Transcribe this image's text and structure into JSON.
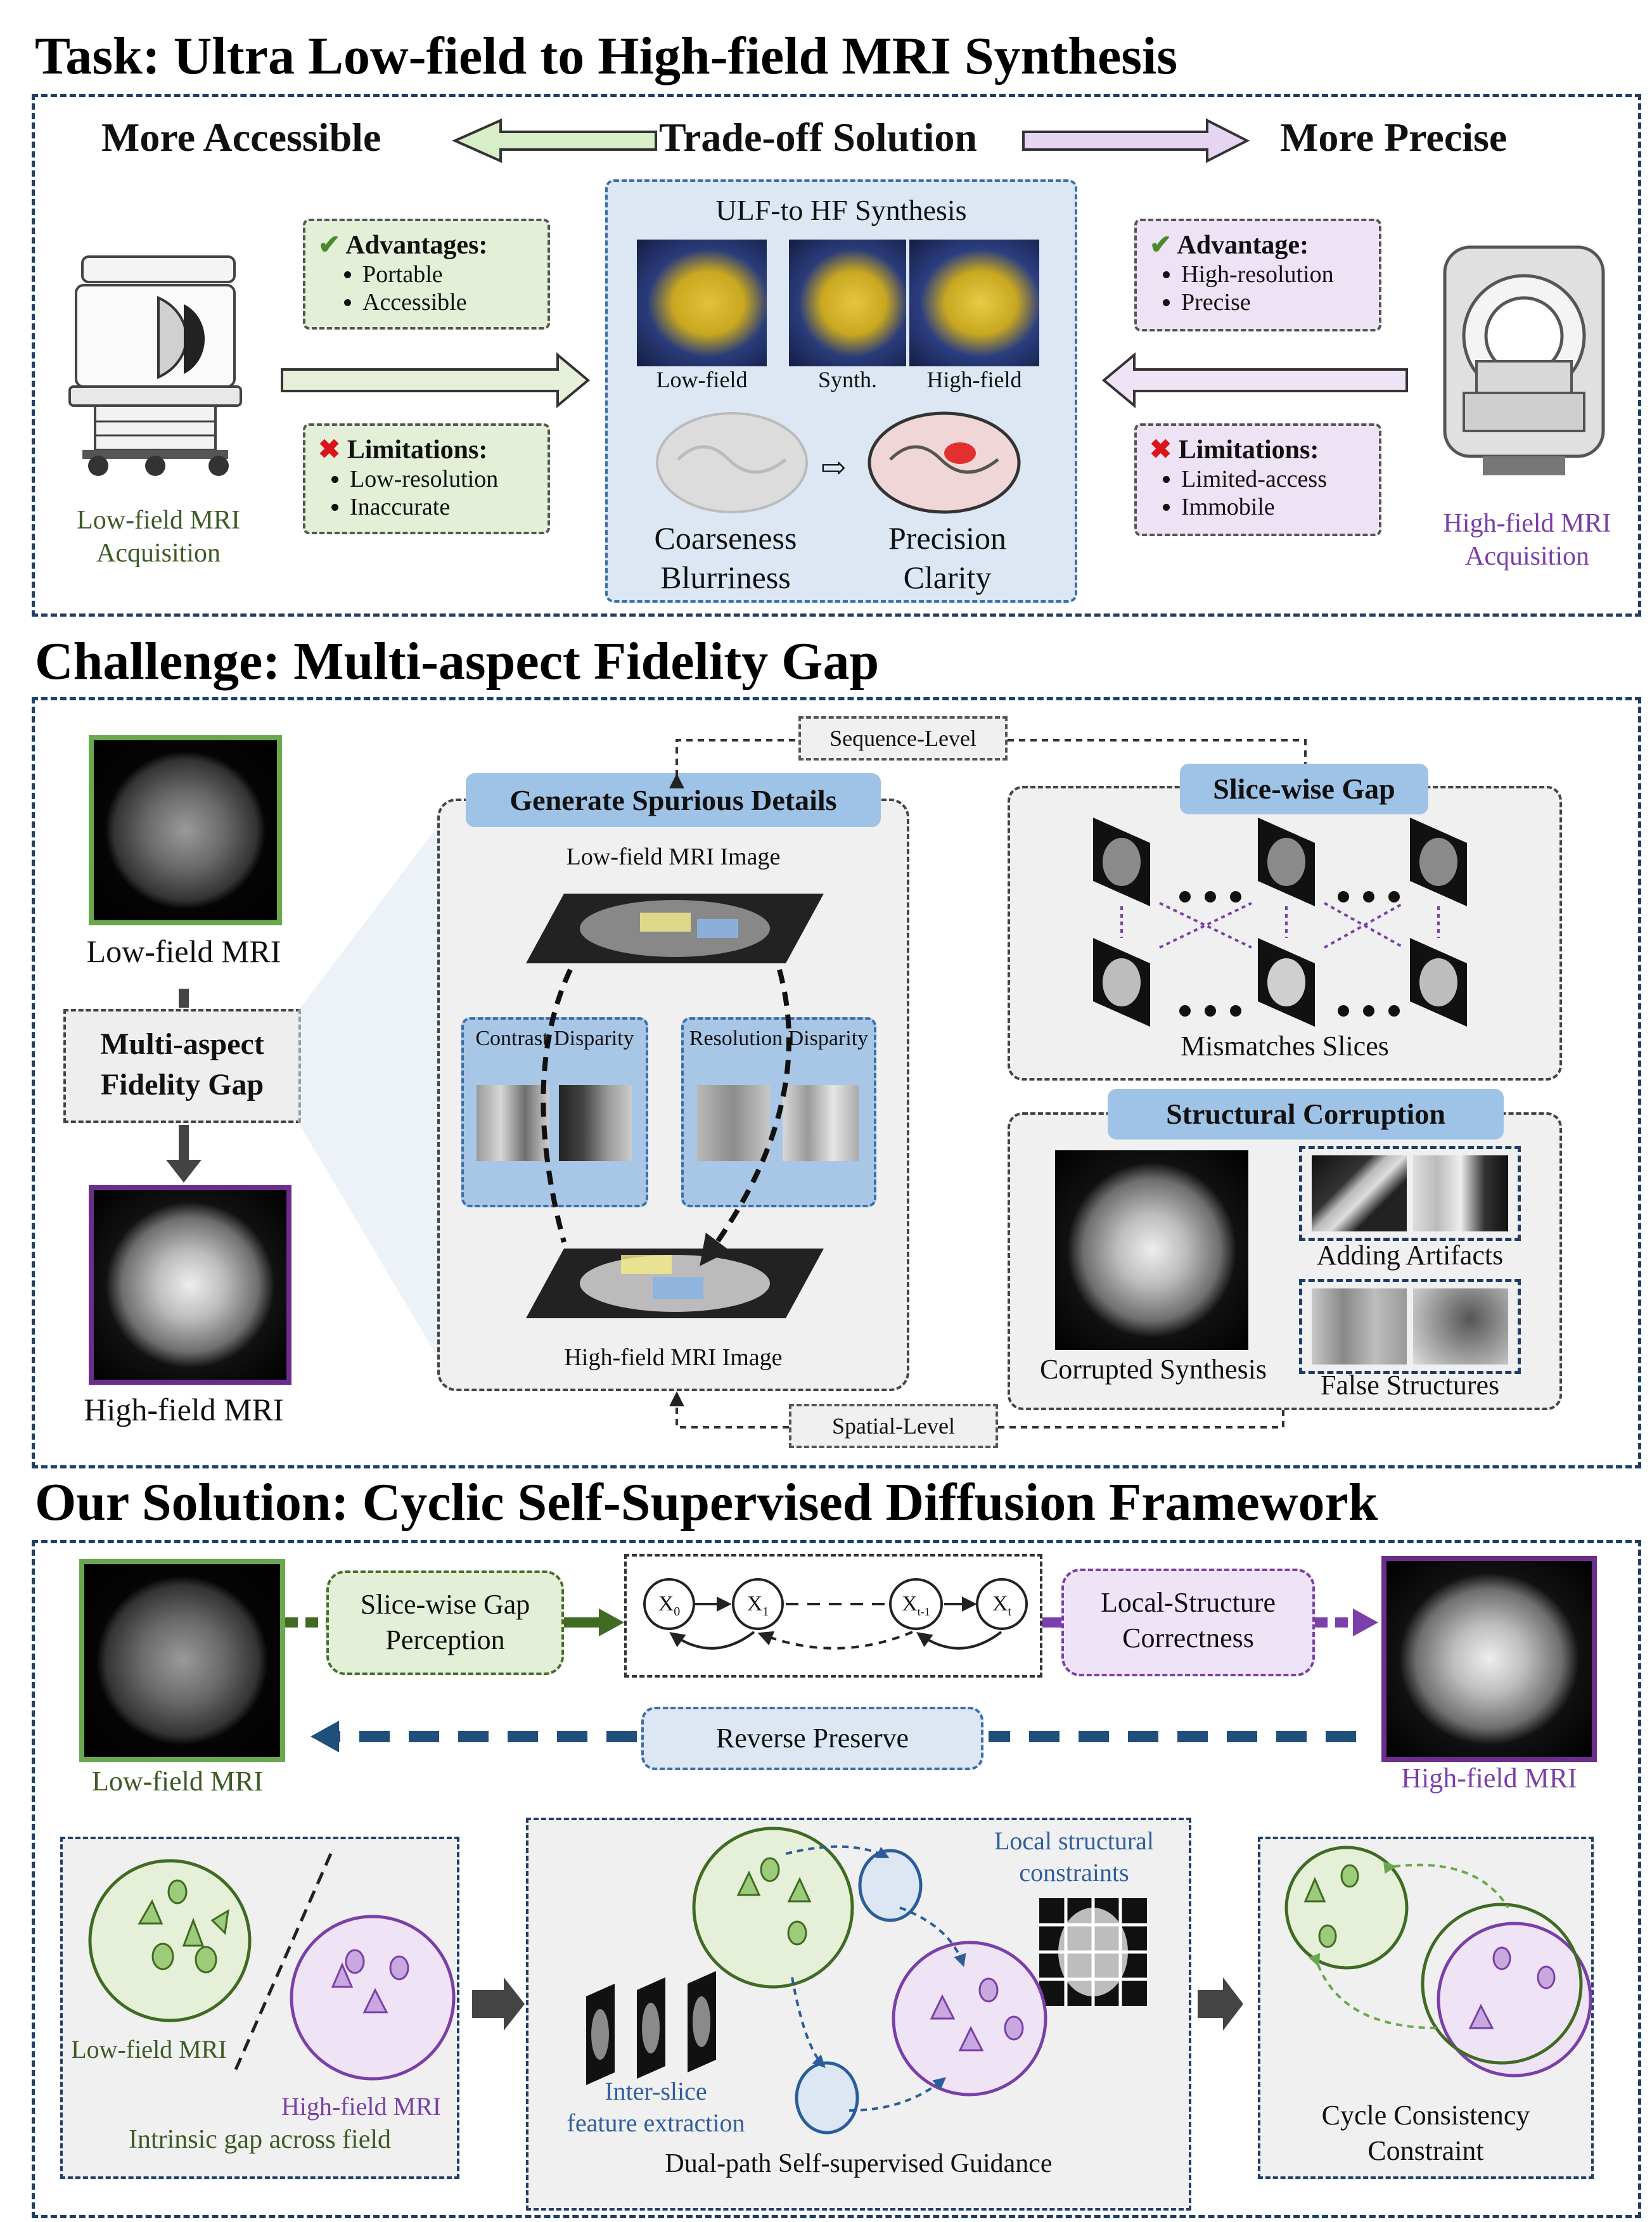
{
  "task": {
    "heading": "Task: Ultra Low-field to High-field MRI Synthesis",
    "more_accessible": "More Accessible",
    "tradeoff": "Trade-off Solution",
    "more_precise": "More Precise",
    "lowfield_caption_1": "Low-field MRI",
    "lowfield_caption_2": "Acquisition",
    "highfield_caption_1": "High-field MRI",
    "highfield_caption_2": "Acquisition",
    "left_advantages": {
      "title": "Advantages:",
      "items": [
        "Portable",
        "Accessible"
      ]
    },
    "left_limitations": {
      "title": "Limitations:",
      "items": [
        "Low-resolution",
        "Inaccurate"
      ]
    },
    "right_advantage": {
      "title": "Advantage:",
      "items": [
        "High-resolution",
        "Precise"
      ]
    },
    "right_limitations": {
      "title": "Limitations:",
      "items": [
        "Limited-access",
        "Immobile"
      ]
    },
    "synthesis": {
      "title": "ULF-to HF Synthesis",
      "labels": [
        "Low-field",
        "Synth.",
        "High-field"
      ],
      "left_1": "Coarseness",
      "left_2": "Blurriness",
      "right_1": "Precision",
      "right_2": "Clarity"
    }
  },
  "challenge": {
    "heading": "Challenge: Multi-aspect Fidelity Gap",
    "lowfield_label": "Low-field MRI",
    "gap_1": "Multi-aspect",
    "gap_2": "Fidelity Gap",
    "highfield_label": "High-field MRI",
    "sequence_level": "Sequence-Level",
    "spatial_level": "Spatial-Level",
    "spurious": {
      "title": "Generate Spurious Details",
      "top_label": "Low-field MRI Image",
      "bottom_label": "High-field MRI Image",
      "contrast": "Contrast Disparity",
      "resolution": "Resolution Disparity"
    },
    "slicewise": {
      "title": "Slice-wise Gap",
      "caption": "Mismatches Slices"
    },
    "structural": {
      "title": "Structural Corruption",
      "corrupted": "Corrupted Synthesis",
      "artifacts": "Adding Artifacts",
      "false_structures": "False Structures"
    }
  },
  "solution": {
    "heading": "Our Solution: Cyclic Self-Supervised Diffusion Framework",
    "lowfield_label": "Low-field MRI",
    "highfield_label": "High-field MRI",
    "slicewise_1": "Slice-wise Gap",
    "slicewise_2": "Perception",
    "local_1": "Local-Structure",
    "local_2": "Correctness",
    "reverse": "Reverse Preserve",
    "nodes": {
      "x0": "X",
      "x0_sub": "0",
      "x1": "X",
      "x1_sub": "1",
      "xt1": "X",
      "xt1_sub": "t-1",
      "xt": "X",
      "xt_sub": "t"
    },
    "panel1": {
      "low": "Low-field MRI",
      "high": "High-field MRI",
      "caption": "Intrinsic gap across field"
    },
    "panel2": {
      "local_1": "Local structural",
      "local_2": "constraints",
      "inter_1": "Inter-slice",
      "inter_2": "feature extraction",
      "caption": "Dual-path Self-supervised Guidance"
    },
    "panel3": {
      "caption_1": "Cycle Consistency",
      "caption_2": "Constraint"
    }
  },
  "colors": {
    "green": "#4a6b2a",
    "purple": "#7a3fa8",
    "navy": "#1f3f66",
    "lightblue": "#dbe7f4",
    "lightgreen": "#e6f0d8",
    "lightpurple": "#efe4f6"
  }
}
